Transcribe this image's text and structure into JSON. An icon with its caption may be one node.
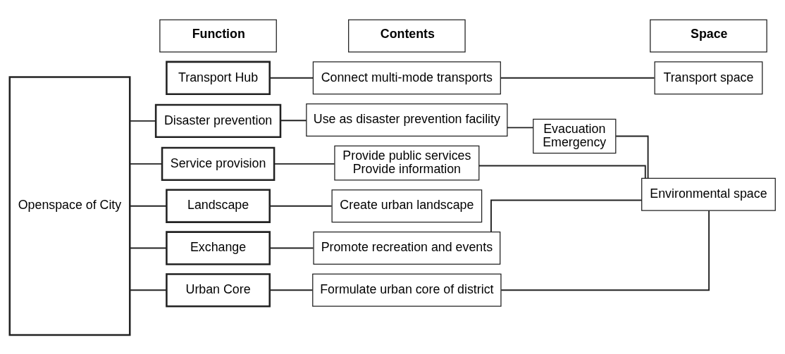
{
  "diagram": {
    "nodes": [
      {
        "text": [
          "Function"
        ]
      },
      {
        "text": [
          "Contents"
        ]
      },
      {
        "text": [
          "Space"
        ]
      },
      {
        "text": [
          "Transport Hub"
        ]
      },
      {
        "text": [
          "Connect multi-mode transports"
        ]
      },
      {
        "text": [
          "Transport space"
        ]
      },
      {
        "text": [
          "Openspace of City"
        ]
      },
      {
        "text": [
          "Urban Core"
        ]
      },
      {
        "text": [
          "Formulate urban core of district"
        ]
      },
      {
        "text": [
          "Environmental space"
        ]
      },
      {
        "text": [
          "Exchange"
        ]
      },
      {
        "text": [
          "Promote recreation and events"
        ]
      },
      {
        "text": [
          "Landscape"
        ]
      },
      {
        "text": [
          "Create urban landscape"
        ]
      },
      {
        "text": [
          "Service provision"
        ]
      },
      {
        "text": [
          "Provide public services",
          "Provide information"
        ]
      },
      {
        "text": [
          "Disaster prevention"
        ]
      },
      {
        "text": [
          "Use as disaster prevention facility"
        ]
      },
      {
        "text": [
          "Evacuation",
          "Emergency"
        ]
      }
    ],
    "edges": [
      {
        "from": 3,
        "to": 4,
        "arrow": "none"
      },
      {
        "from": 4,
        "to": 5,
        "arrow": "none"
      },
      {
        "from": 6,
        "to": 7,
        "arrow": "none"
      },
      {
        "from": 6,
        "to": 10,
        "arrow": "none"
      },
      {
        "from": 6,
        "to": 12,
        "arrow": "none"
      },
      {
        "from": 6,
        "to": 14,
        "arrow": "none"
      },
      {
        "from": 6,
        "to": 16,
        "arrow": "none"
      },
      {
        "from": 7,
        "to": 8,
        "arrow": "none"
      },
      {
        "from": 10,
        "to": 11,
        "arrow": "none"
      },
      {
        "from": 12,
        "to": 13,
        "arrow": "none"
      },
      {
        "from": 14,
        "to": 15,
        "arrow": "none"
      },
      {
        "from": 16,
        "to": 17,
        "arrow": "none"
      },
      {
        "from": 17,
        "to": 18,
        "arrow": "none"
      },
      {
        "from": 8,
        "to": 9,
        "arrow": "none"
      },
      {
        "from": 11,
        "to": 9,
        "arrow": "none"
      },
      {
        "from": 15,
        "to": 9,
        "arrow": "none"
      },
      {
        "from": 18,
        "to": 9,
        "arrow": "none"
      }
    ]
  }
}
